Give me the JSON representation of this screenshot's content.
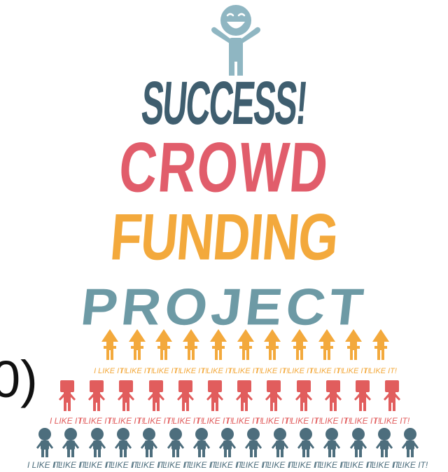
{
  "stray_text": "0)",
  "titles": {
    "line1": "SUCCESS!",
    "line2": "CROWD",
    "line3": "FUNDING",
    "line4": "PROJECT"
  },
  "rows": [
    {
      "figure": "arrow-person",
      "color": "#f3a93c",
      "count": 11,
      "label": "I LIKE IT!",
      "label_color": "#f3a93c"
    },
    {
      "figure": "box-head-person",
      "color": "#e15d5d",
      "count": 12,
      "label": "I LIKE IT!",
      "label_color": "#e15d5d"
    },
    {
      "figure": "round-head-person",
      "color": "#4d6e7d",
      "count": 15,
      "label": "I LIKE IT!",
      "label_color": "#4d6e7d"
    }
  ],
  "colors": {
    "success": "#3f5e6f",
    "crowd": "#e15d6b",
    "funding": "#f3a93c",
    "project": "#6d9aa5",
    "mascot": "#8fb6c2"
  },
  "icons": {
    "mascot": "smiling-person-arms-raised-icon"
  }
}
